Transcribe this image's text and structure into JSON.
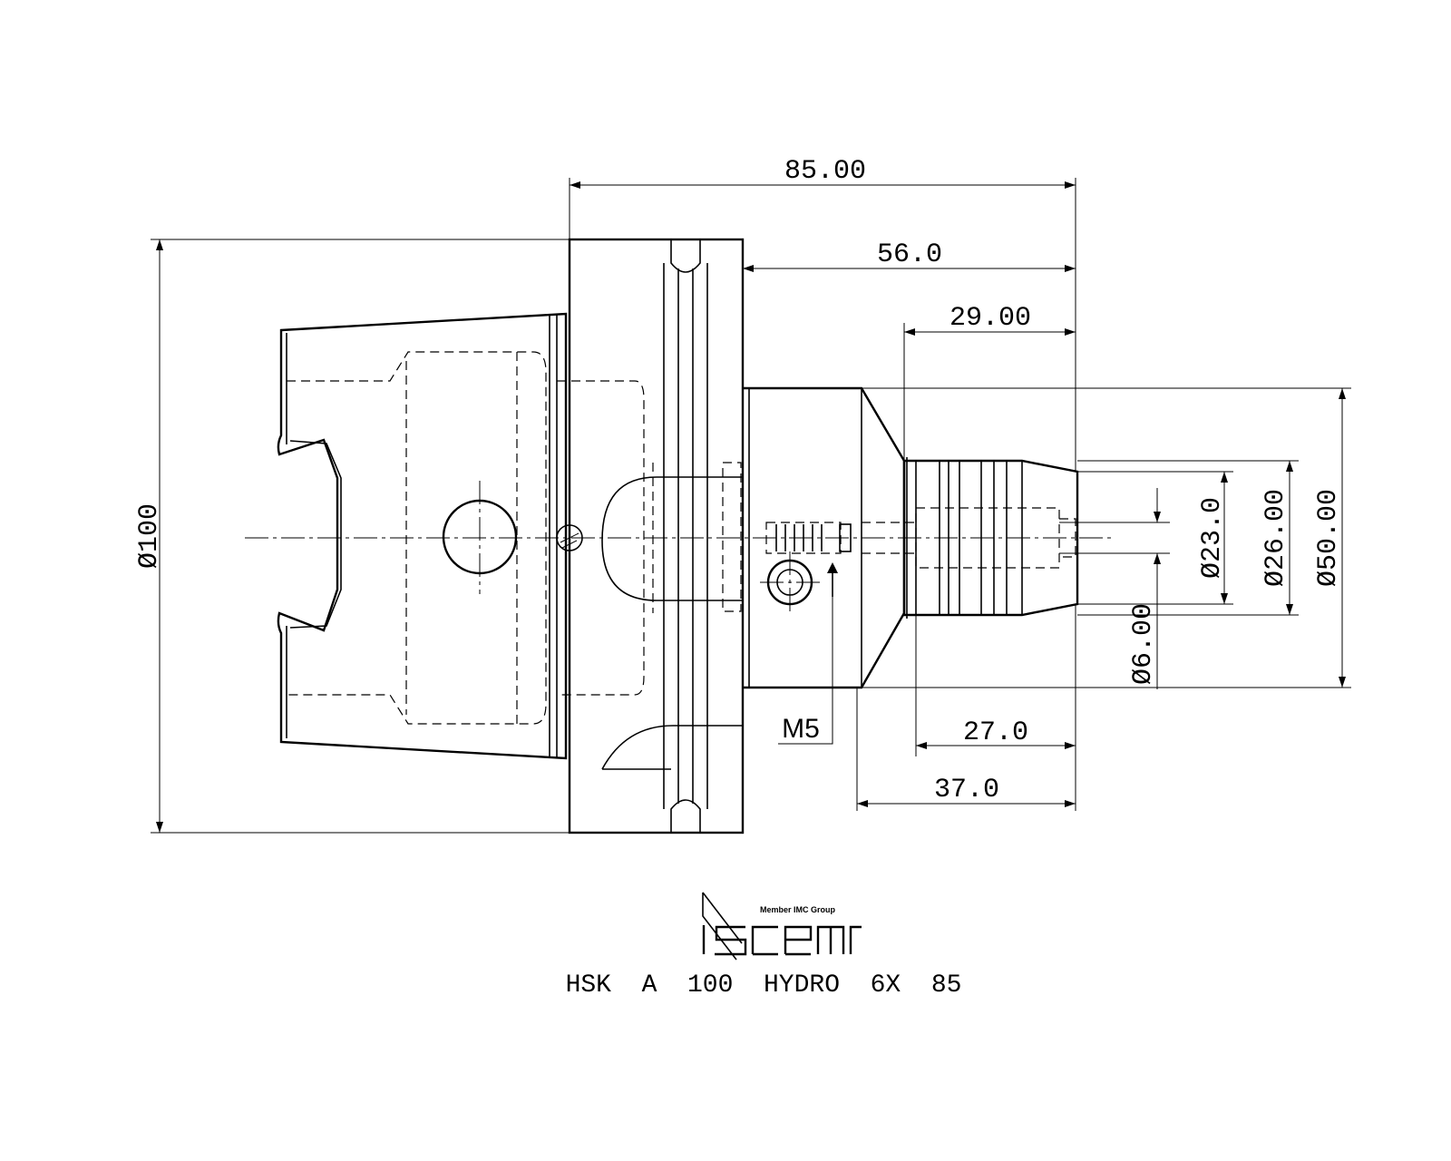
{
  "dimensions": {
    "overall_length": "85.00",
    "flange_to_end": "56.0",
    "nose_length": "29.00",
    "clamp_length": "27.0",
    "body_length": "37.0",
    "shank_diameter": "Ø100",
    "body_diameter": "Ø50.00",
    "nose_diameter": "Ø26.00",
    "clamp_bore_diameter": "Ø23.0",
    "bore_diameter": "Ø6.00",
    "screw_thread": "M5"
  },
  "logo": {
    "tagline": "Member IMC Group",
    "brand": "iscar"
  },
  "title": "HSK  A  100  HYDRO  6X  85"
}
